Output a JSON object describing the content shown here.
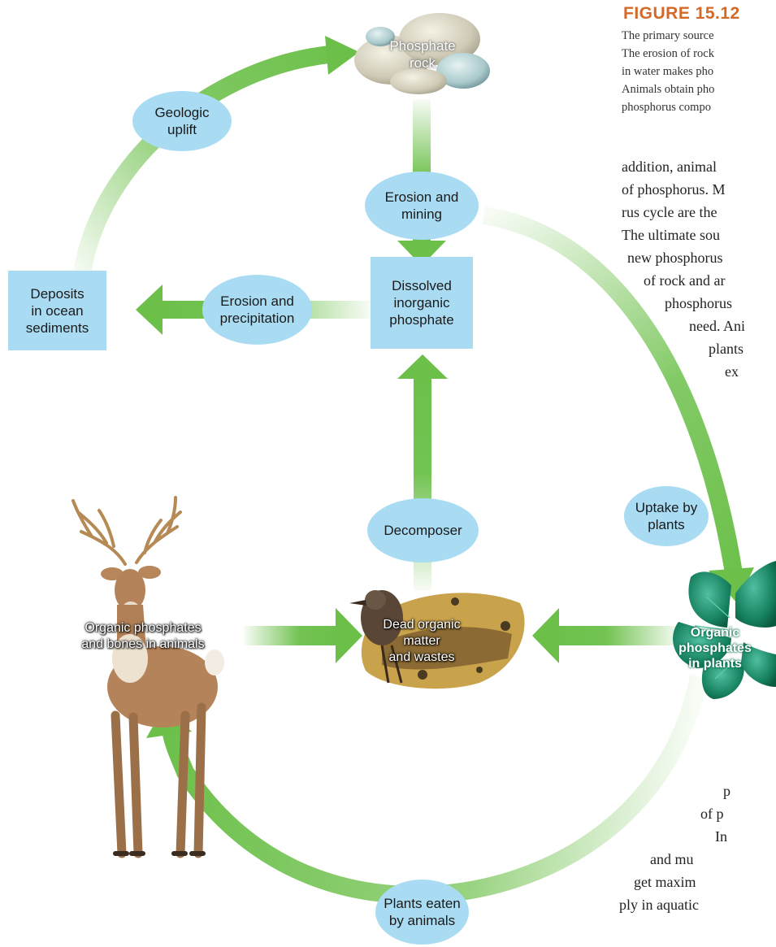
{
  "figure": {
    "title": "FIGURE 15.12",
    "caption_lines": [
      "The primary source",
      "The erosion of rock",
      "in water makes pho",
      "Animals obtain pho",
      "phosphorus compo"
    ]
  },
  "diagram": {
    "nodes": {
      "phosphate_rock": "Phosphate\nrock",
      "deposits": "Deposits\nin ocean\nsediments",
      "dissolved": "Dissolved\ninorganic\nphosphate",
      "animals": "Organic phosphates\nand bones in animals",
      "dead_matter": "Dead organic\nmatter\nand wastes",
      "plants": "Organic\nphosphates\nin plants"
    },
    "processes": {
      "geologic_uplift": "Geologic\nuplift",
      "erosion_mining": "Erosion and\nmining",
      "erosion_precipitation": "Erosion and\nprecipitation",
      "uptake": "Uptake by\nplants",
      "decomposer": "Decomposer",
      "plants_eaten": "Plants eaten\nby animals"
    },
    "colors": {
      "arrow_green": "#6cc04a",
      "oval_blue": "#a9dcf3",
      "title_orange": "#d46a2a"
    }
  },
  "body_text": {
    "upper_lines": [
      "addition, animal",
      "of phosphorus. M",
      "rus cycle are the",
      "The ultimate sou",
      "new  phosphorus",
      "of rock and ar",
      "phosphorus",
      "need. Ani",
      "plants",
      "ex"
    ],
    "lower_lines": [
      "p",
      "of p",
      "In",
      "and mu",
      "get maxim",
      "ply in aquatic"
    ]
  }
}
